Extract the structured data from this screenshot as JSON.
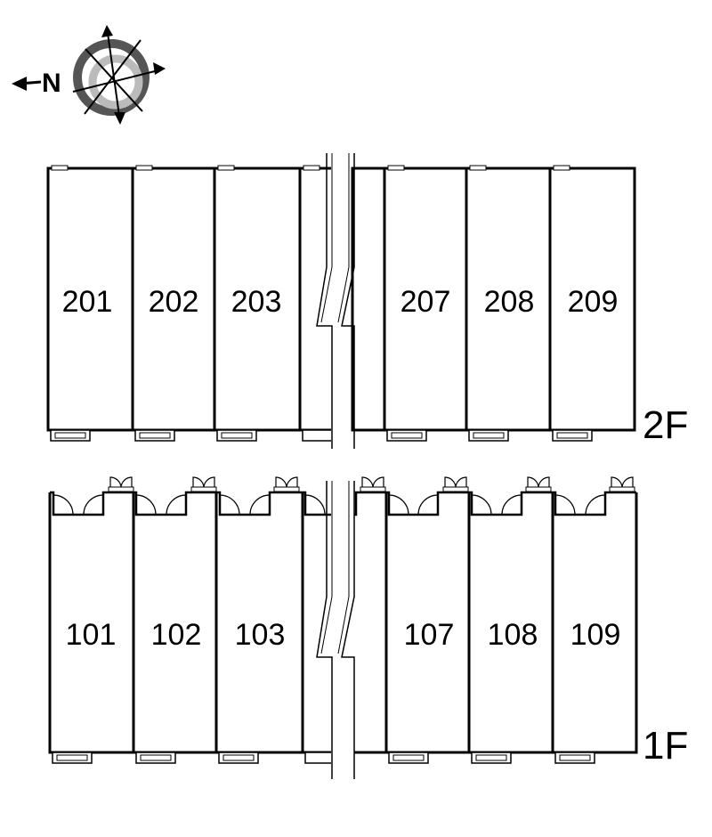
{
  "compass": {
    "north_label": "N",
    "icon": "compass-rose-icon"
  },
  "floors": [
    {
      "label": "2F",
      "units": [
        "201",
        "202",
        "203",
        "207",
        "208",
        "209"
      ]
    },
    {
      "label": "1F",
      "units": [
        "101",
        "102",
        "103",
        "107",
        "108",
        "109"
      ]
    }
  ],
  "colors": {
    "line": "#000000",
    "compass_dark": "#555555",
    "compass_light": "#bbbbbb"
  }
}
